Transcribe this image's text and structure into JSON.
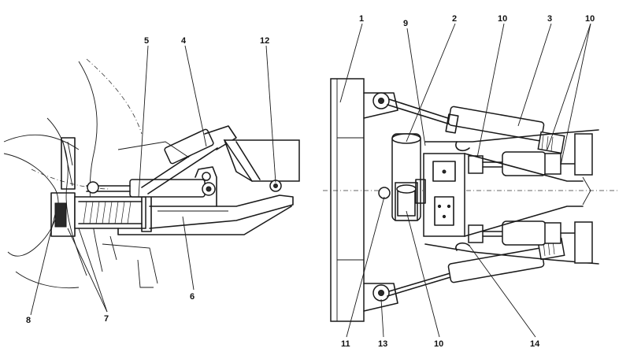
{
  "left_view": {
    "callouts": [
      {
        "id": "c5",
        "text": "5"
      },
      {
        "id": "c4",
        "text": "4"
      },
      {
        "id": "c12",
        "text": "12"
      },
      {
        "id": "c6",
        "text": "6"
      },
      {
        "id": "c8",
        "text": "8"
      },
      {
        "id": "c7",
        "text": "7"
      }
    ]
  },
  "right_view": {
    "callouts": [
      {
        "id": "c1",
        "text": "1"
      },
      {
        "id": "c9",
        "text": "9"
      },
      {
        "id": "c2",
        "text": "2"
      },
      {
        "id": "c10a",
        "text": "10"
      },
      {
        "id": "c3",
        "text": "3"
      },
      {
        "id": "c10b",
        "text": "10"
      },
      {
        "id": "c11",
        "text": "11"
      },
      {
        "id": "c13",
        "text": "13"
      },
      {
        "id": "c10c",
        "text": "10"
      },
      {
        "id": "c14",
        "text": "14"
      }
    ]
  }
}
